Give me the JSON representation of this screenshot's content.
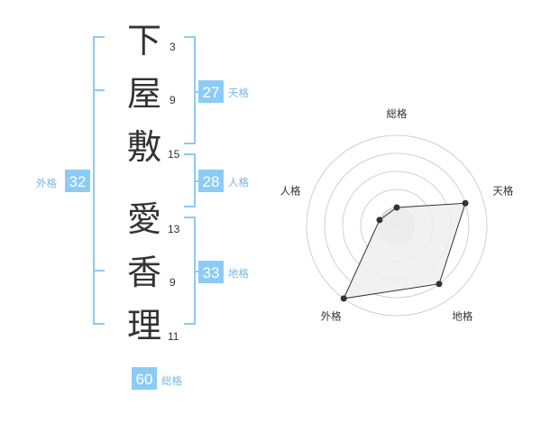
{
  "colors": {
    "accent": "#8ccbf5",
    "accent_text": "#7ab8e6",
    "text": "#333333",
    "grid": "#d0d0d0",
    "radar_fill": "#eeeeee",
    "radar_point": "#333333"
  },
  "name": {
    "surname": [
      {
        "char": "下",
        "strokes": "3"
      },
      {
        "char": "屋",
        "strokes": "9"
      },
      {
        "char": "敷",
        "strokes": "15"
      }
    ],
    "given": [
      {
        "char": "愛",
        "strokes": "13"
      },
      {
        "char": "香",
        "strokes": "9"
      },
      {
        "char": "理",
        "strokes": "11"
      }
    ]
  },
  "fortunes": {
    "tenkaku": {
      "value": "27",
      "label": "天格"
    },
    "jinkaku": {
      "value": "28",
      "label": "人格"
    },
    "chikaku": {
      "value": "33",
      "label": "地格"
    },
    "gaikaku": {
      "value": "32",
      "label": "外格"
    },
    "soukaku": {
      "value": "60",
      "label": "総格"
    }
  },
  "chart_data": {
    "type": "radar",
    "axes": [
      "総格",
      "天格",
      "地格",
      "外格",
      "人格"
    ],
    "values": [
      1,
      4,
      4,
      5,
      1
    ],
    "max": 5,
    "rings": 5
  }
}
